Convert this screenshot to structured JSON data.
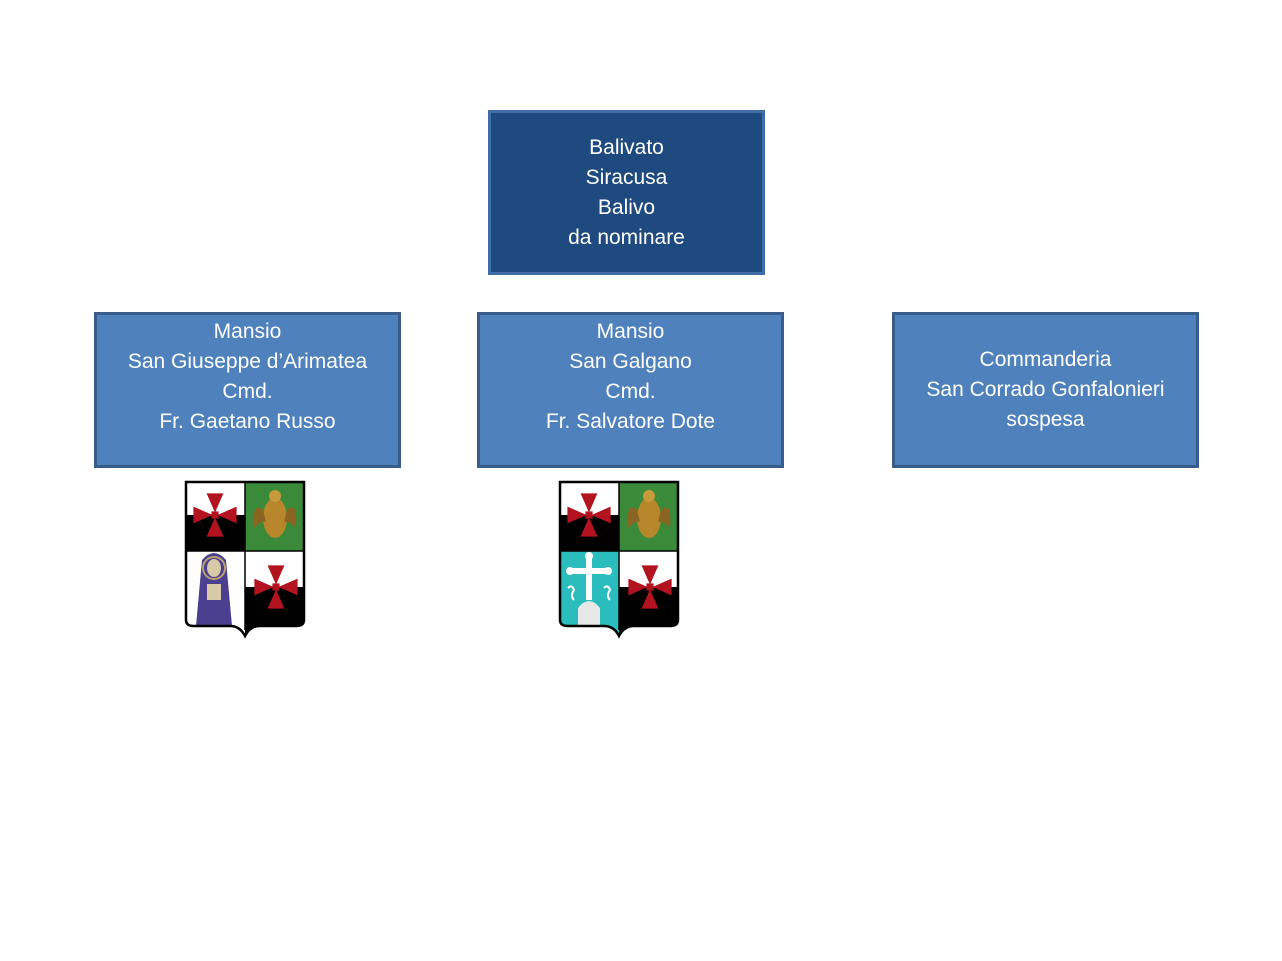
{
  "root": {
    "lines": [
      "Balivato",
      "Siracusa",
      "Balivo",
      "da nominare"
    ],
    "fill": "#1f4a7f"
  },
  "children": [
    {
      "lines": [
        "Mansio",
        "San Giuseppe d’Arimatea",
        "Cmd.",
        "Fr. Gaetano Russo"
      ]
    },
    {
      "lines": [
        "Mansio",
        "San Galgano",
        "Cmd.",
        "Fr. Salvatore Dote"
      ]
    },
    {
      "lines": [
        "Commanderia",
        "San Corrado Gonfalonieri",
        "sospesa"
      ]
    }
  ],
  "colors": {
    "child_fill": "#4f81bd",
    "cross": "#b3121f",
    "eagle_field": "#3a8a3a",
    "saint_robe": "#4b3f8f",
    "galgano_field": "#2bbdbd"
  },
  "icons": [
    "coat-of-arms-san-giuseppe",
    "coat-of-arms-san-galgano"
  ]
}
